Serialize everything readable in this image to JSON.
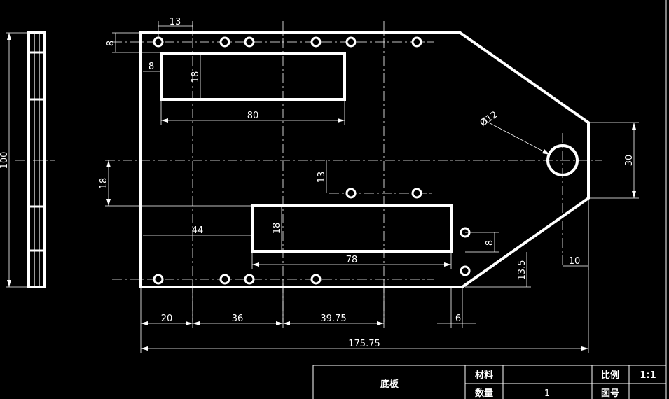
{
  "dimensions": {
    "hole_offset_x": "13",
    "edge_offset_top": "8",
    "slot_offset_x": "8",
    "slot1_height": "18",
    "slot1_width": "80",
    "side_height": "100",
    "hole_diameter": "Ø12",
    "right_edge_height": "30",
    "left_offset_y": "18",
    "hole_row_offset": "13",
    "slot2_offset_x": "44",
    "slot2_height": "18",
    "slot2_width": "78",
    "small_hole_offset": "8",
    "bottom_hole_offset": "13.5",
    "chamfer_offset": "10",
    "spacing_1": "20",
    "spacing_2": "36",
    "spacing_3": "39.75",
    "spacing_4": "6",
    "total_length": "175.75"
  },
  "title_block": {
    "part_name": "底板",
    "material_label": "材料",
    "material_value": "",
    "scale_label": "比例",
    "scale_value": "1:1",
    "quantity_label": "数量",
    "quantity_value": "1",
    "drawing_no_label": "图号",
    "drawing_no_value": ""
  }
}
